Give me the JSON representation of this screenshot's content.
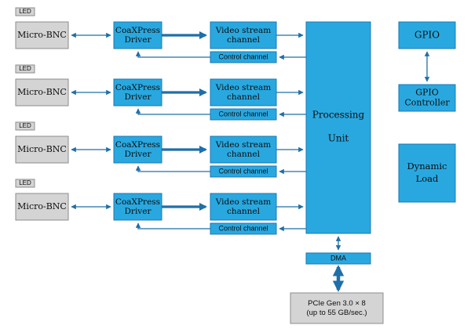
{
  "diagram": {
    "channels": [
      {
        "led": "LED",
        "bnc": "Micro-BNC",
        "driver": [
          "CoaXPress",
          "Driver"
        ],
        "video": [
          "Video stream",
          "channel"
        ],
        "control": "Control channel"
      },
      {
        "led": "LED",
        "bnc": "Micro-BNC",
        "driver": [
          "CoaXPress",
          "Driver"
        ],
        "video": [
          "Video stream",
          "channel"
        ],
        "control": "Control channel"
      },
      {
        "led": "LED",
        "bnc": "Micro-BNC",
        "driver": [
          "CoaXPress",
          "Driver"
        ],
        "video": [
          "Video stream",
          "channel"
        ],
        "control": "Control channel"
      },
      {
        "led": "LED",
        "bnc": "Micro-BNC",
        "driver": [
          "CoaXPress",
          "Driver"
        ],
        "video": [
          "Video stream",
          "channel"
        ],
        "control": "Control channel"
      }
    ],
    "processing": [
      "Processing",
      "Unit"
    ],
    "dma": "DMA",
    "pcie": [
      "PCIe Gen 3.0 × 8",
      "(up to 55 GB/sec.)"
    ],
    "gpio": "GPIO",
    "gpio_controller": [
      "GPIO",
      "Controller"
    ],
    "dynamic_load": [
      "Dynamic",
      "Load"
    ],
    "colors": {
      "block_fill": "#29a8e0",
      "block_stroke": "#1b78b5",
      "gray_fill": "#d4d4d4",
      "gray_stroke": "#8c8c8c",
      "arrow": "#1f6fa8"
    }
  }
}
